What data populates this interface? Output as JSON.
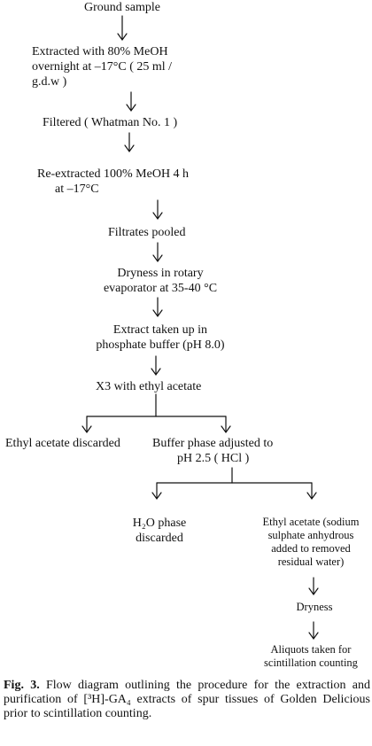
{
  "diagram": {
    "steps": {
      "ground": "Ground sample",
      "extract1_l1": "Extracted  with  80%  MeOH",
      "extract1_l2": "overnight at –17°C  ( 25  ml  /",
      "extract1_l3": "g.d.w )",
      "filtered": "Filtered  ( Whatman No. 1 )",
      "reextract_l1": "Re-extracted 100% MeOH 4 h",
      "reextract_l2": "at –17°C",
      "pooled": "Filtrates pooled",
      "dryness1_l1": "Dryness in rotary",
      "dryness1_l2": "evaporator at 35-40 °C",
      "buffer_l1": "Extract taken up in",
      "buffer_l2": "phosphate buffer (pH 8.0)",
      "x3": "X3 with ethyl acetate",
      "ethyl_discarded": "Ethyl acetate discarded",
      "buffer_adj_l1": "Buffer phase adjusted to",
      "buffer_adj_l2": "pH 2.5 ( HCl )",
      "h2o_l1": "H₂O phase",
      "h2o_l2": "discarded",
      "ethyl_sodium_l1": "Ethyl acetate (sodium",
      "ethyl_sodium_l2": "sulphate anhydrous",
      "ethyl_sodium_l3": "added to removed",
      "ethyl_sodium_l4": "residual water)",
      "dryness2": "Dryness",
      "aliquots_l1": "Aliquots taken for",
      "aliquots_l2": "scintillation counting"
    },
    "caption": {
      "label": "Fig. 3.",
      "text": " Flow diagram outlining the procedure for the extraction and purification of [³H]-GA₄ extracts of spur tissues of Golden Delicious prior to scintillation counting."
    }
  }
}
